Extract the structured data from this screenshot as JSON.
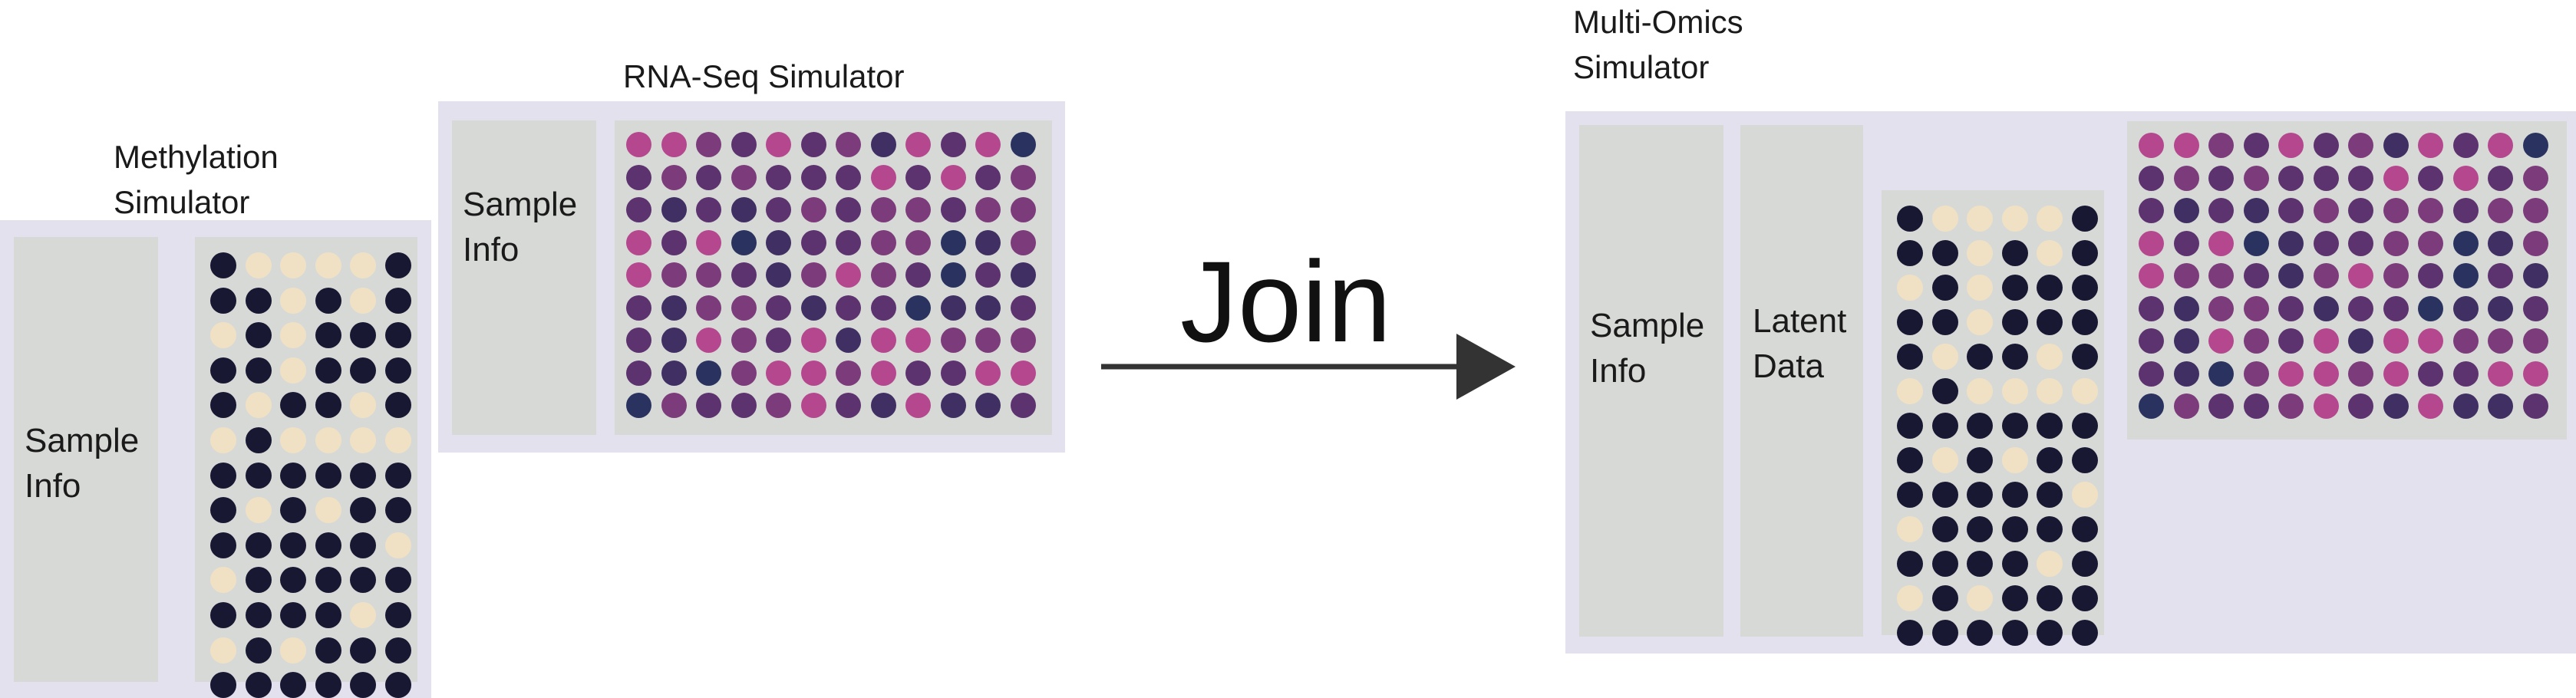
{
  "colors": {
    "panel": "#e3e1ee",
    "box": "#d7d9d6",
    "meth_light": "#f1e1c4",
    "meth_dark": "#191833",
    "rna": [
      "#b4478e",
      "#7c3b7a",
      "#5c326f",
      "#3f2f63",
      "#2a3360"
    ],
    "arrow": "#333333"
  },
  "methylation": {
    "title": "Methylation\nSimulator",
    "sample_label": "Sample\nInfo",
    "pattern": [
      "011110",
      "001010",
      "101000",
      "001000",
      "010010",
      "101111",
      "000000",
      "010100",
      "000001",
      "100000",
      "000010",
      "101000",
      "000000"
    ]
  },
  "rnaseq": {
    "title": "RNA-Seq Simulator",
    "sample_label": "Sample\nInfo",
    "pattern": [
      "001202130204",
      "212122202021",
      "232321211211",
      "020432211431",
      "011231012423",
      "231123224332",
      "230120300111",
      "234100102200",
      "412210230332"
    ]
  },
  "join": {
    "label": "Join"
  },
  "multiomics": {
    "title": "Multi-Omics\nSimulator",
    "sample_label": "Sample\nInfo",
    "latent_label": "Latent\nData"
  }
}
